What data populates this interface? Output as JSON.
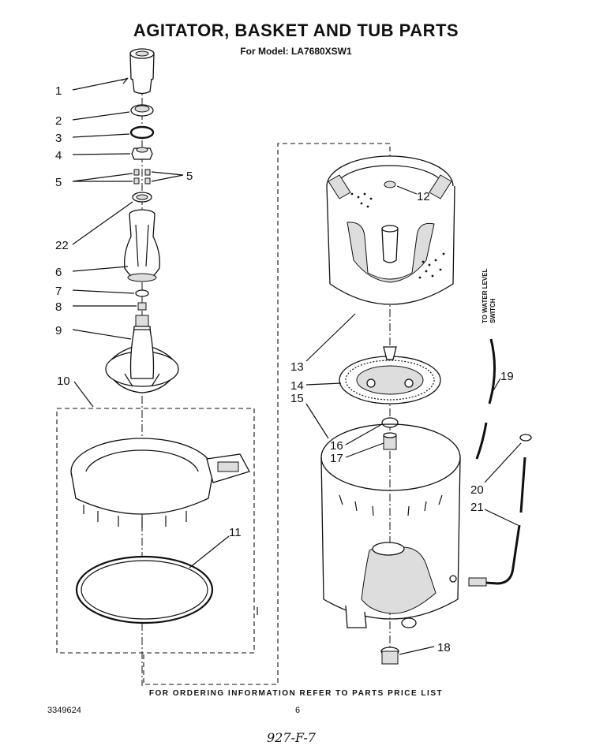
{
  "header": {
    "title": "AGITATOR, BASKET AND TUB PARTS",
    "model": "For Model: LA7680XSW1"
  },
  "callouts": [
    {
      "id": "c1",
      "label": "1"
    },
    {
      "id": "c2",
      "label": "2"
    },
    {
      "id": "c3",
      "label": "3"
    },
    {
      "id": "c4",
      "label": "4"
    },
    {
      "id": "c5a",
      "label": "5"
    },
    {
      "id": "c5b",
      "label": "5"
    },
    {
      "id": "c22",
      "label": "22"
    },
    {
      "id": "c6",
      "label": "6"
    },
    {
      "id": "c7",
      "label": "7"
    },
    {
      "id": "c8",
      "label": "8"
    },
    {
      "id": "c9",
      "label": "9"
    },
    {
      "id": "c10",
      "label": "10"
    },
    {
      "id": "c11",
      "label": "11"
    },
    {
      "id": "c12",
      "label": "12"
    },
    {
      "id": "c13",
      "label": "13"
    },
    {
      "id": "c14",
      "label": "14"
    },
    {
      "id": "c15",
      "label": "15"
    },
    {
      "id": "c16",
      "label": "16"
    },
    {
      "id": "c17",
      "label": "17"
    },
    {
      "id": "c18",
      "label": "18"
    },
    {
      "id": "c19",
      "label": "19"
    },
    {
      "id": "c20",
      "label": "20"
    },
    {
      "id": "c21",
      "label": "21"
    }
  ],
  "side_label": {
    "line1": "TO WATER LEVEL",
    "line2": "SWITCH"
  },
  "footer": {
    "note": "FOR ORDERING INFORMATION REFER TO PARTS PRICE LIST",
    "doc_number": "3349624",
    "page_number": "6",
    "handwritten": "927-F-7"
  }
}
